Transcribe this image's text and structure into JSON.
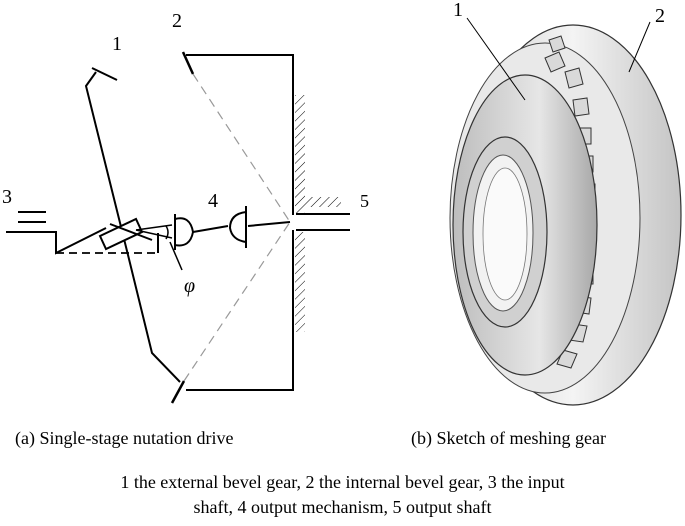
{
  "diagram_a": {
    "labels": {
      "external_gear": "1",
      "internal_gear": "2",
      "input_shaft": "3",
      "output_mechanism": "4",
      "output_shaft": "5",
      "angle": "φ"
    },
    "caption": "(a) Single-stage nutation drive"
  },
  "diagram_b": {
    "labels": {
      "external_gear": "1",
      "internal_gear": "2"
    },
    "caption": "(b) Sketch of meshing gear"
  },
  "legend": {
    "line1": "1 the external bevel gear, 2 the internal bevel gear, 3 the input",
    "line2": "shaft, 4 output mechanism, 5 output shaft"
  }
}
